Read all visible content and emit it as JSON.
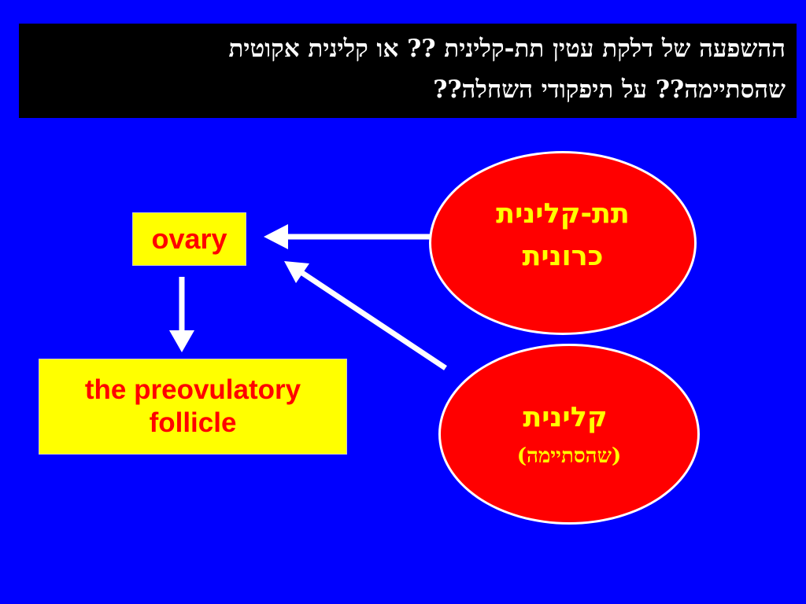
{
  "title": {
    "line1": "ההשפעה של דלקת עטין תת-קלינית ?? או קלינית אקוטית",
    "line2": "שהסתיימה?? על תיפקודי השחלה??"
  },
  "boxes": {
    "ovary": "ovary",
    "follicle_line1": "the preovulatory",
    "follicle_line2": "follicle"
  },
  "circles": {
    "chronic_line1": "תת-קלינית",
    "chronic_line2": "כרונית",
    "clinical_line1": "קלינית",
    "clinical_line2": "(שהסתיימה)"
  },
  "colors": {
    "background": "#0000ff",
    "title_bar": "#000000",
    "box_fill": "#ffff00",
    "box_text": "#ff0000",
    "circle_fill": "#ff0000",
    "circle_text": "#ffff00",
    "arrow": "#ffffff"
  }
}
